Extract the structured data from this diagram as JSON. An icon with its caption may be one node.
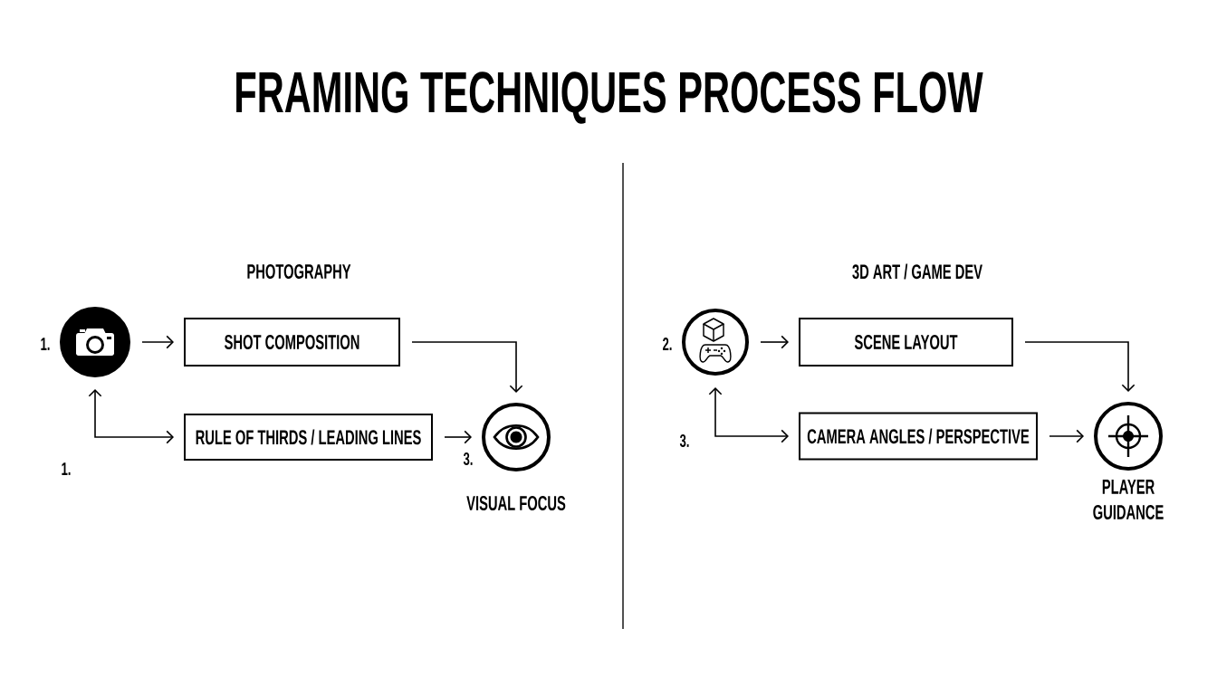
{
  "diagram": {
    "title": "FRAMING TECHNIQUES PROCESS FLOW",
    "nodes": [
      {
        "text": [],
        "shape": "circle",
        "beside": [
          "1."
        ]
      },
      {
        "text": [
          "SHOT COMPOSITION"
        ]
      },
      {
        "text": [
          "RULE OF THIRDS / LEADING LINES"
        ]
      },
      {
        "text": [],
        "shape": "circle",
        "beside": [
          "3.",
          "VISUAL FOCUS"
        ]
      },
      {
        "text": [],
        "shape": "circle",
        "beside": [
          "2."
        ]
      },
      {
        "text": [
          "SCENE LAYOUT"
        ]
      },
      {
        "text": [
          "CAMERA ANGLES / PERSPECTIVE"
        ]
      },
      {
        "text": [],
        "shape": "circle",
        "beside": [
          "PLAYER GUIDANCE"
        ]
      }
    ],
    "edges": [
      {
        "from": 0,
        "to": 1,
        "arrow": "to"
      },
      {
        "from": 1,
        "to": 3,
        "arrow": "to"
      },
      {
        "from": 0,
        "to": 2,
        "arrow": "both"
      },
      {
        "from": 2,
        "to": 3,
        "arrow": "to"
      },
      {
        "from": 4,
        "to": 5,
        "arrow": "to"
      },
      {
        "from": 5,
        "to": 7,
        "arrow": "to"
      },
      {
        "from": 4,
        "to": 6,
        "arrow": "both"
      },
      {
        "from": 6,
        "to": 7,
        "arrow": "to"
      }
    ],
    "labels": [
      "PHOTOGRAPHY",
      "3D ART / GAME DEV",
      "3.",
      "1."
    ]
  }
}
